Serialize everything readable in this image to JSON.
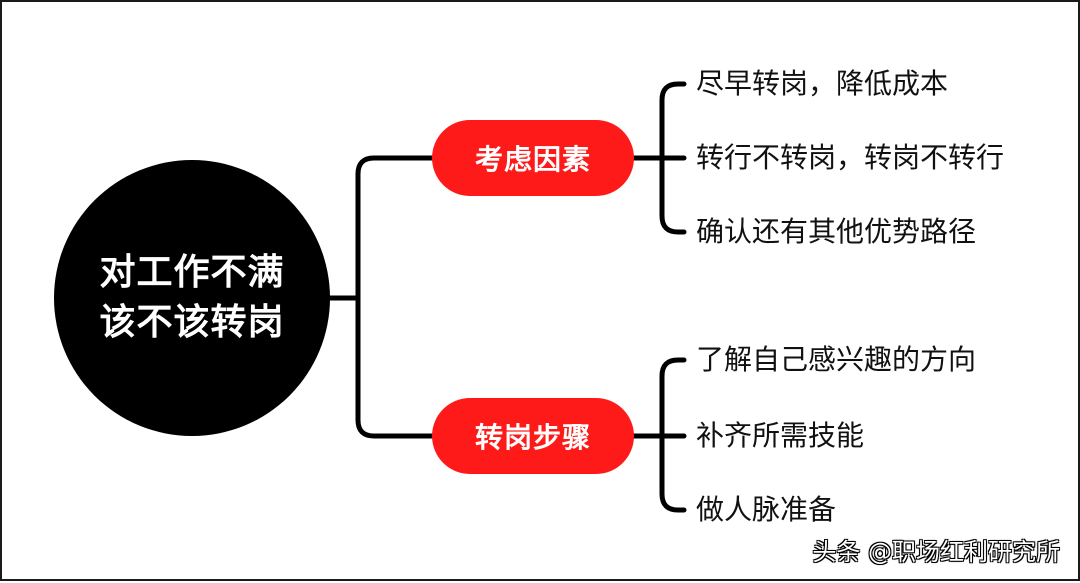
{
  "root": {
    "line1": "对工作不满",
    "line2": "该不该转岗"
  },
  "branches": [
    {
      "label": "考虑因素",
      "leaves": [
        "尽早转岗，降低成本",
        "转行不转岗，转岗不转行",
        "确认还有其他优势路径"
      ]
    },
    {
      "label": "转岗步骤",
      "leaves": [
        "了解自己感兴趣的方向",
        "补齐所需技能",
        "做人脉准备"
      ]
    }
  ],
  "watermark": "头条 @职场红利研究所",
  "colors": {
    "root": "#000000",
    "branch": "#ff1a1a",
    "connector": "#000000"
  }
}
